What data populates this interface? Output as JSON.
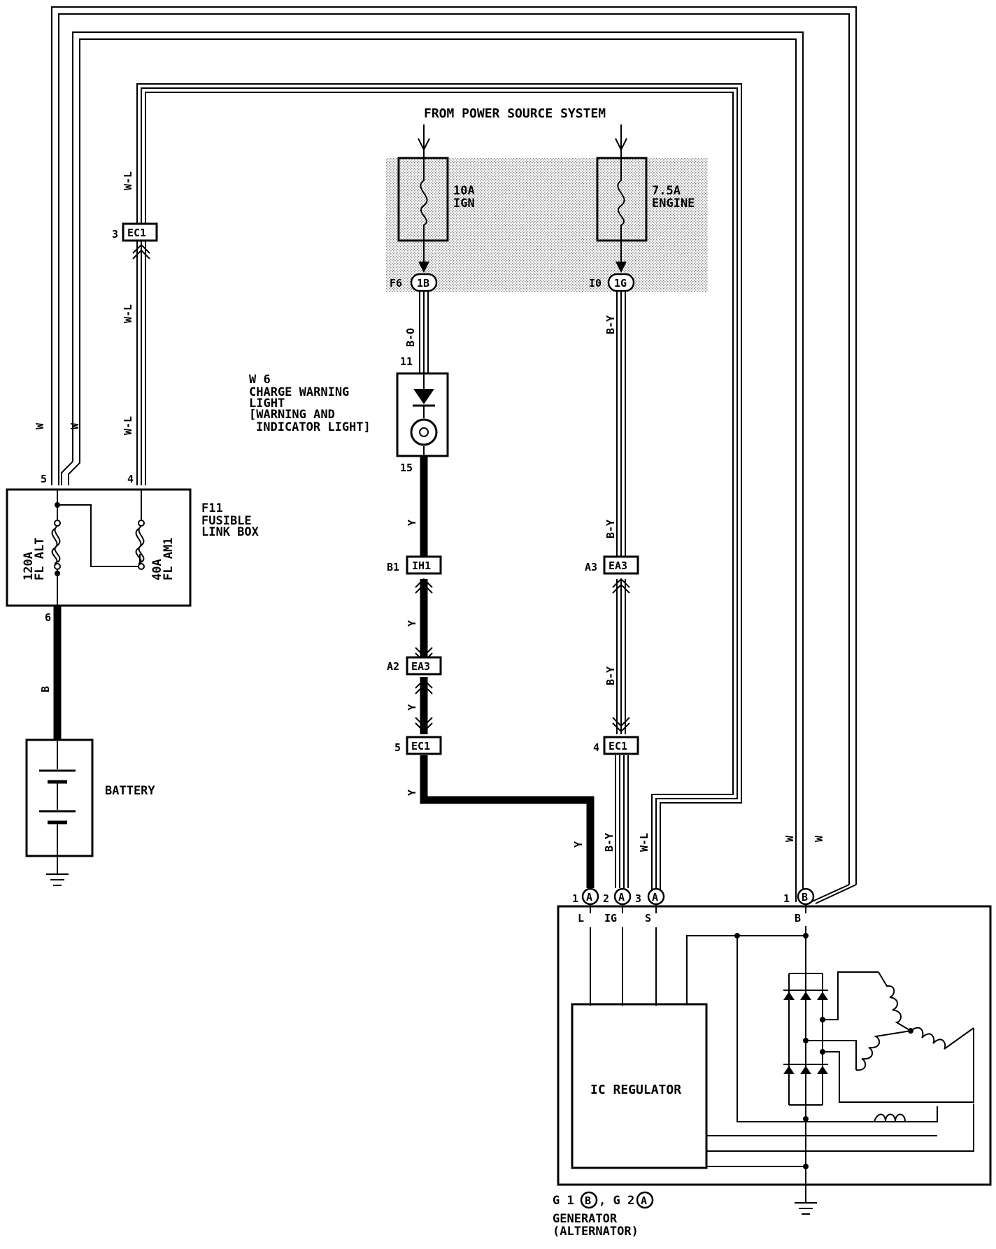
{
  "power_source": "FROM POWER SOURCE SYSTEM",
  "fuses": {
    "ign_rating": "10A",
    "ign_name": "IGN",
    "eng_rating": "7.5A",
    "eng_name": "ENGINE"
  },
  "junctions": {
    "f6_pin": "F6",
    "f6_code": "1B",
    "i0_pin": "I0",
    "i0_code": "1G"
  },
  "charge_light": {
    "code": "W 6",
    "name": "CHARGE WARNING",
    "name2": "LIGHT",
    "sub1": "[WARNING AND",
    "sub2": "INDICATOR LIGHT]",
    "pin_in": "11",
    "pin_out": "15"
  },
  "fusible_link_box": {
    "code": "F11",
    "name1": "FUSIBLE",
    "name2": "LINK BOX",
    "fuse1_rating": "120A",
    "fuse1_name": "FL ALT",
    "fuse2_rating": "40A",
    "fuse2_name": "FL AM1",
    "pin5": "5",
    "pin4": "4",
    "pin6": "6"
  },
  "battery": {
    "label": "BATTERY"
  },
  "connectors": {
    "ec1_top_pin": "3",
    "ec1_top_name": "EC1",
    "ih1_pin": "B1",
    "ih1_name": "IH1",
    "ea3_left_pin": "A2",
    "ea3_left_name": "EA3",
    "ec1_left_pin": "5",
    "ec1_left_name": "EC1",
    "ea3_right_pin": "A3",
    "ea3_right_name": "EA3",
    "ec1_right_pin": "4",
    "ec1_right_name": "EC1"
  },
  "wire_colors": {
    "w": "W",
    "wl": "W-L",
    "bo": "B-O",
    "by": "B-Y",
    "y": "Y",
    "b": "B"
  },
  "generator": {
    "pin1": "1",
    "pin2": "2",
    "pin3": "3",
    "pinB": "1",
    "conn_a": "A",
    "conn_b": "B",
    "term_l": "L",
    "term_ig": "IG",
    "term_s": "S",
    "term_b": "B",
    "regulator": "IC REGULATOR",
    "code_g1": "G 1",
    "code_g2": ", G 2",
    "name1": "GENERATOR",
    "name2": "(ALTERNATOR)"
  }
}
